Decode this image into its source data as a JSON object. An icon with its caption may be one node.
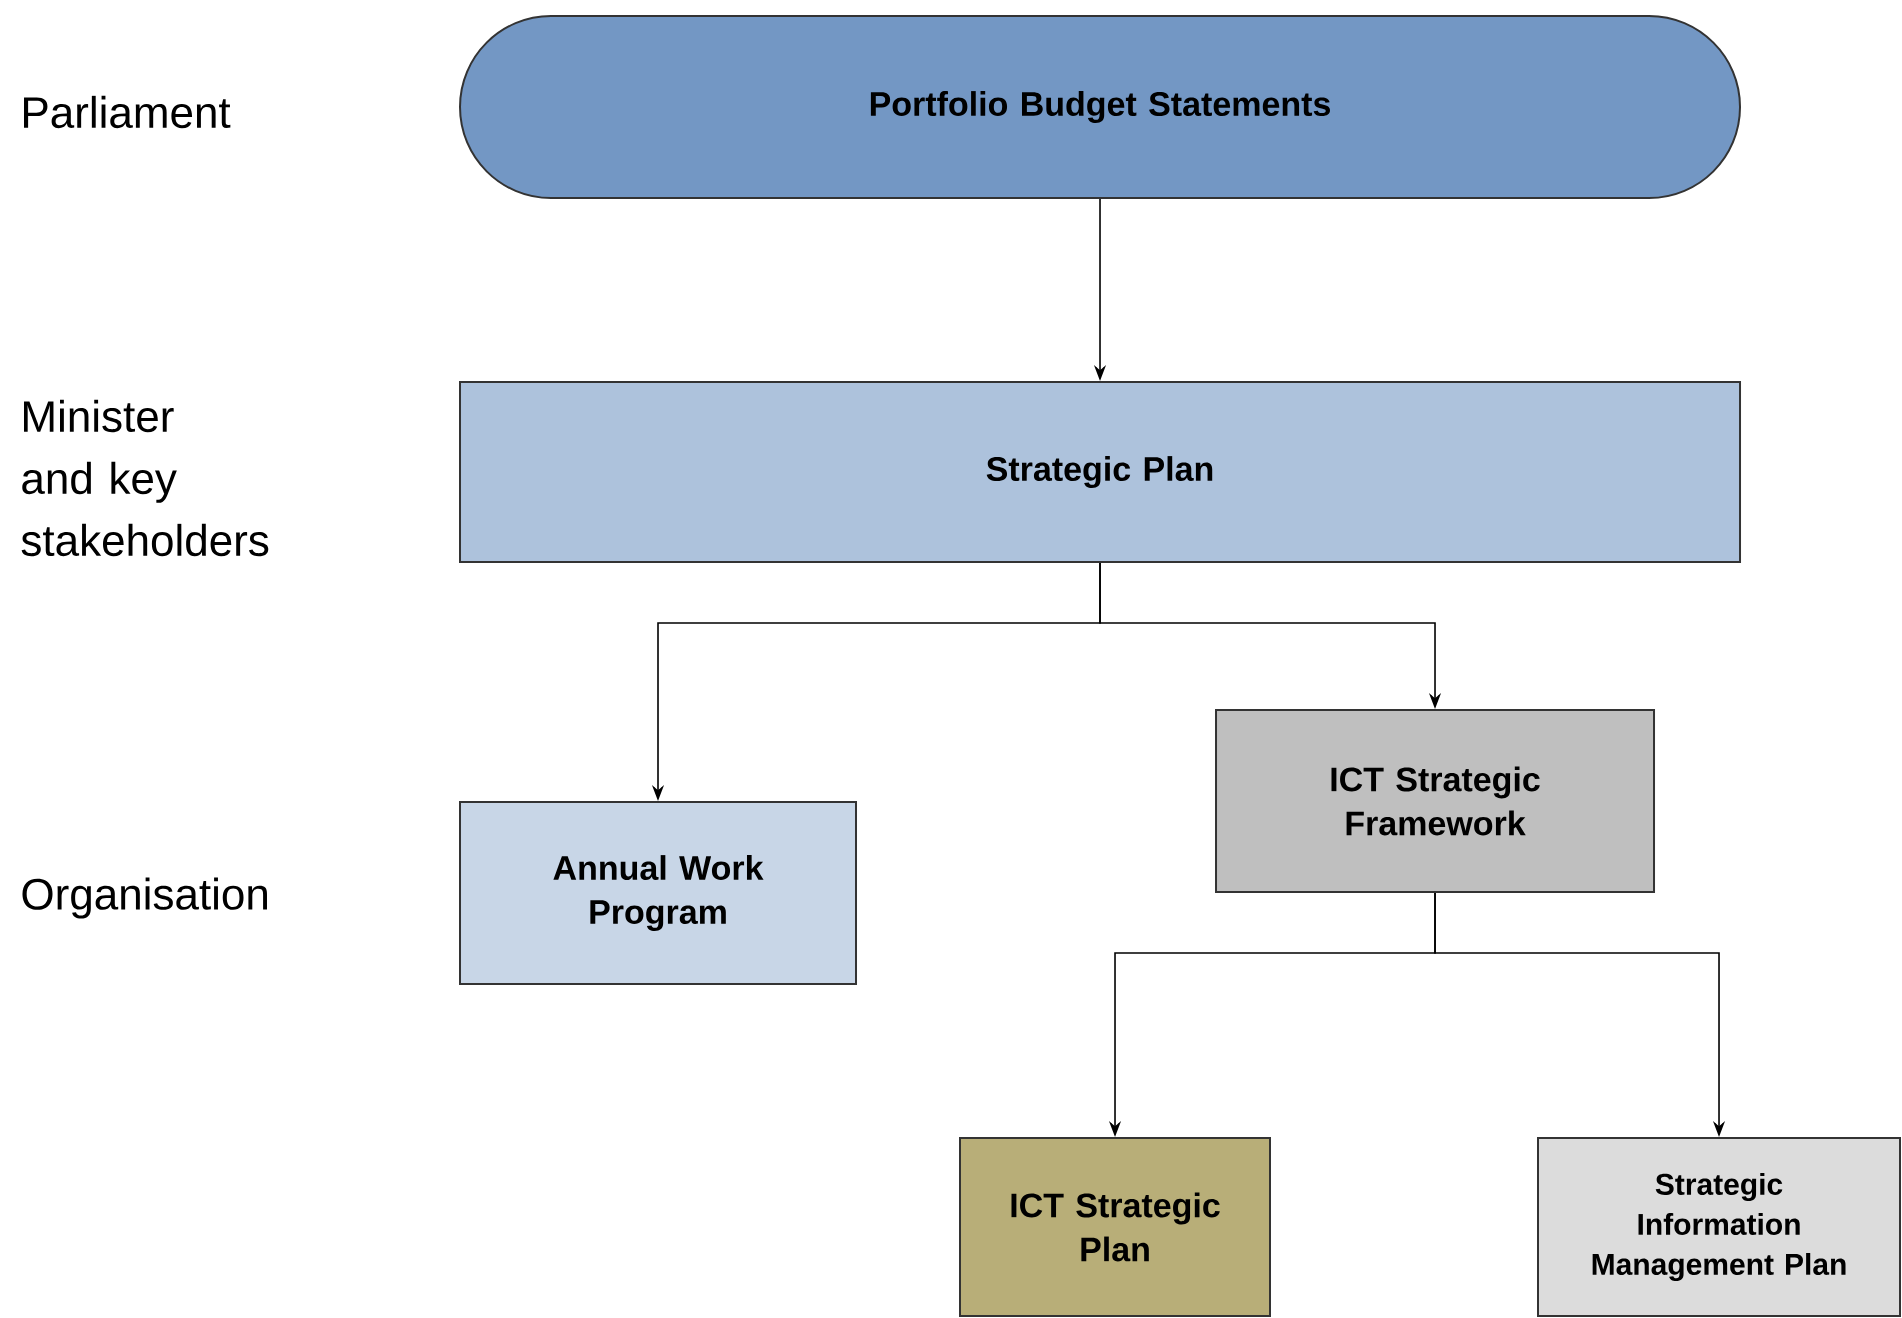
{
  "diagram": {
    "nodes": [
      {
        "text": [
          "Portfolio Budget Statements"
        ]
      },
      {
        "text": [
          "Strategic Plan"
        ]
      },
      {
        "text": [
          "Annual Work Program"
        ]
      },
      {
        "text": [
          "ICT Strategic Framework"
        ]
      },
      {
        "text": [
          "ICT Strategic Plan"
        ]
      },
      {
        "text": [
          "Strategic Information Management Plan"
        ]
      }
    ],
    "edges": [
      {
        "from": 0,
        "to": 1,
        "arrow": "to"
      },
      {
        "from": 1,
        "to": 2,
        "arrow": "to"
      },
      {
        "from": 1,
        "to": 3,
        "arrow": "to"
      },
      {
        "from": 3,
        "to": 4,
        "arrow": "to"
      },
      {
        "from": 3,
        "to": 5,
        "arrow": "to"
      }
    ],
    "labels": [
      "Parliament",
      "Minister and key stakeholders",
      "Organisation"
    ]
  }
}
